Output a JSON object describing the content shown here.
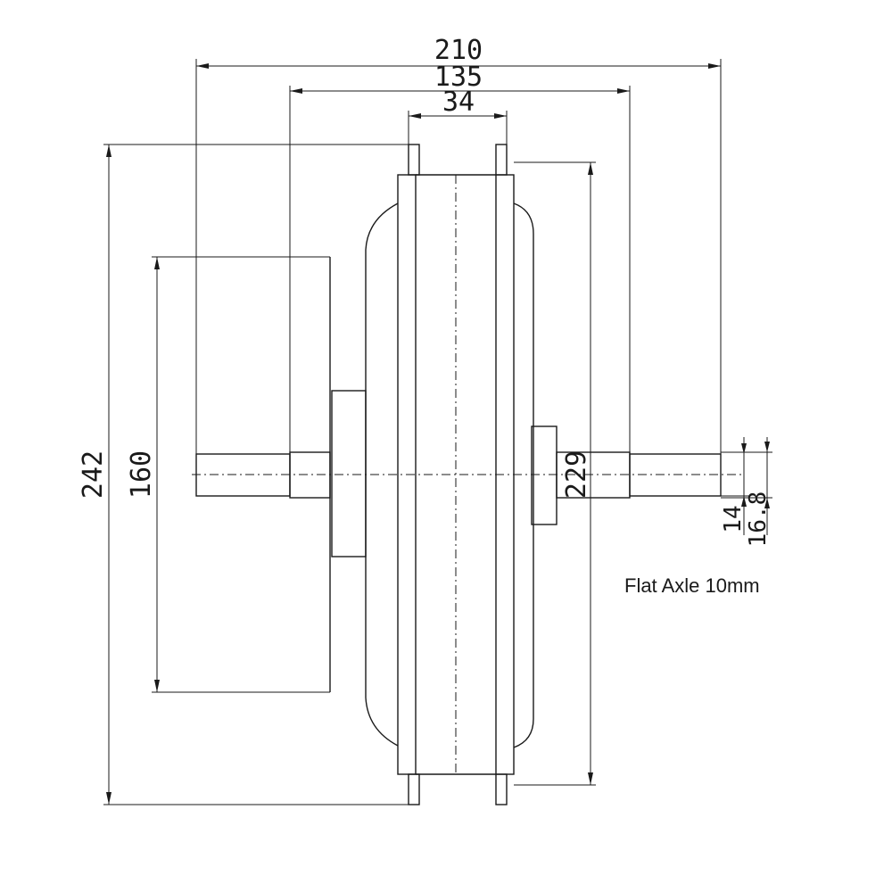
{
  "dimensions": {
    "overall_width": "210",
    "shaft_span": "135",
    "rim_width": "34",
    "outer_diameter": "242",
    "brake_disc_diameter": "160",
    "rim_diameter": "229",
    "axle_flat": "14",
    "axle_diameter": "16.8"
  },
  "note": "Flat Axle 10mm"
}
